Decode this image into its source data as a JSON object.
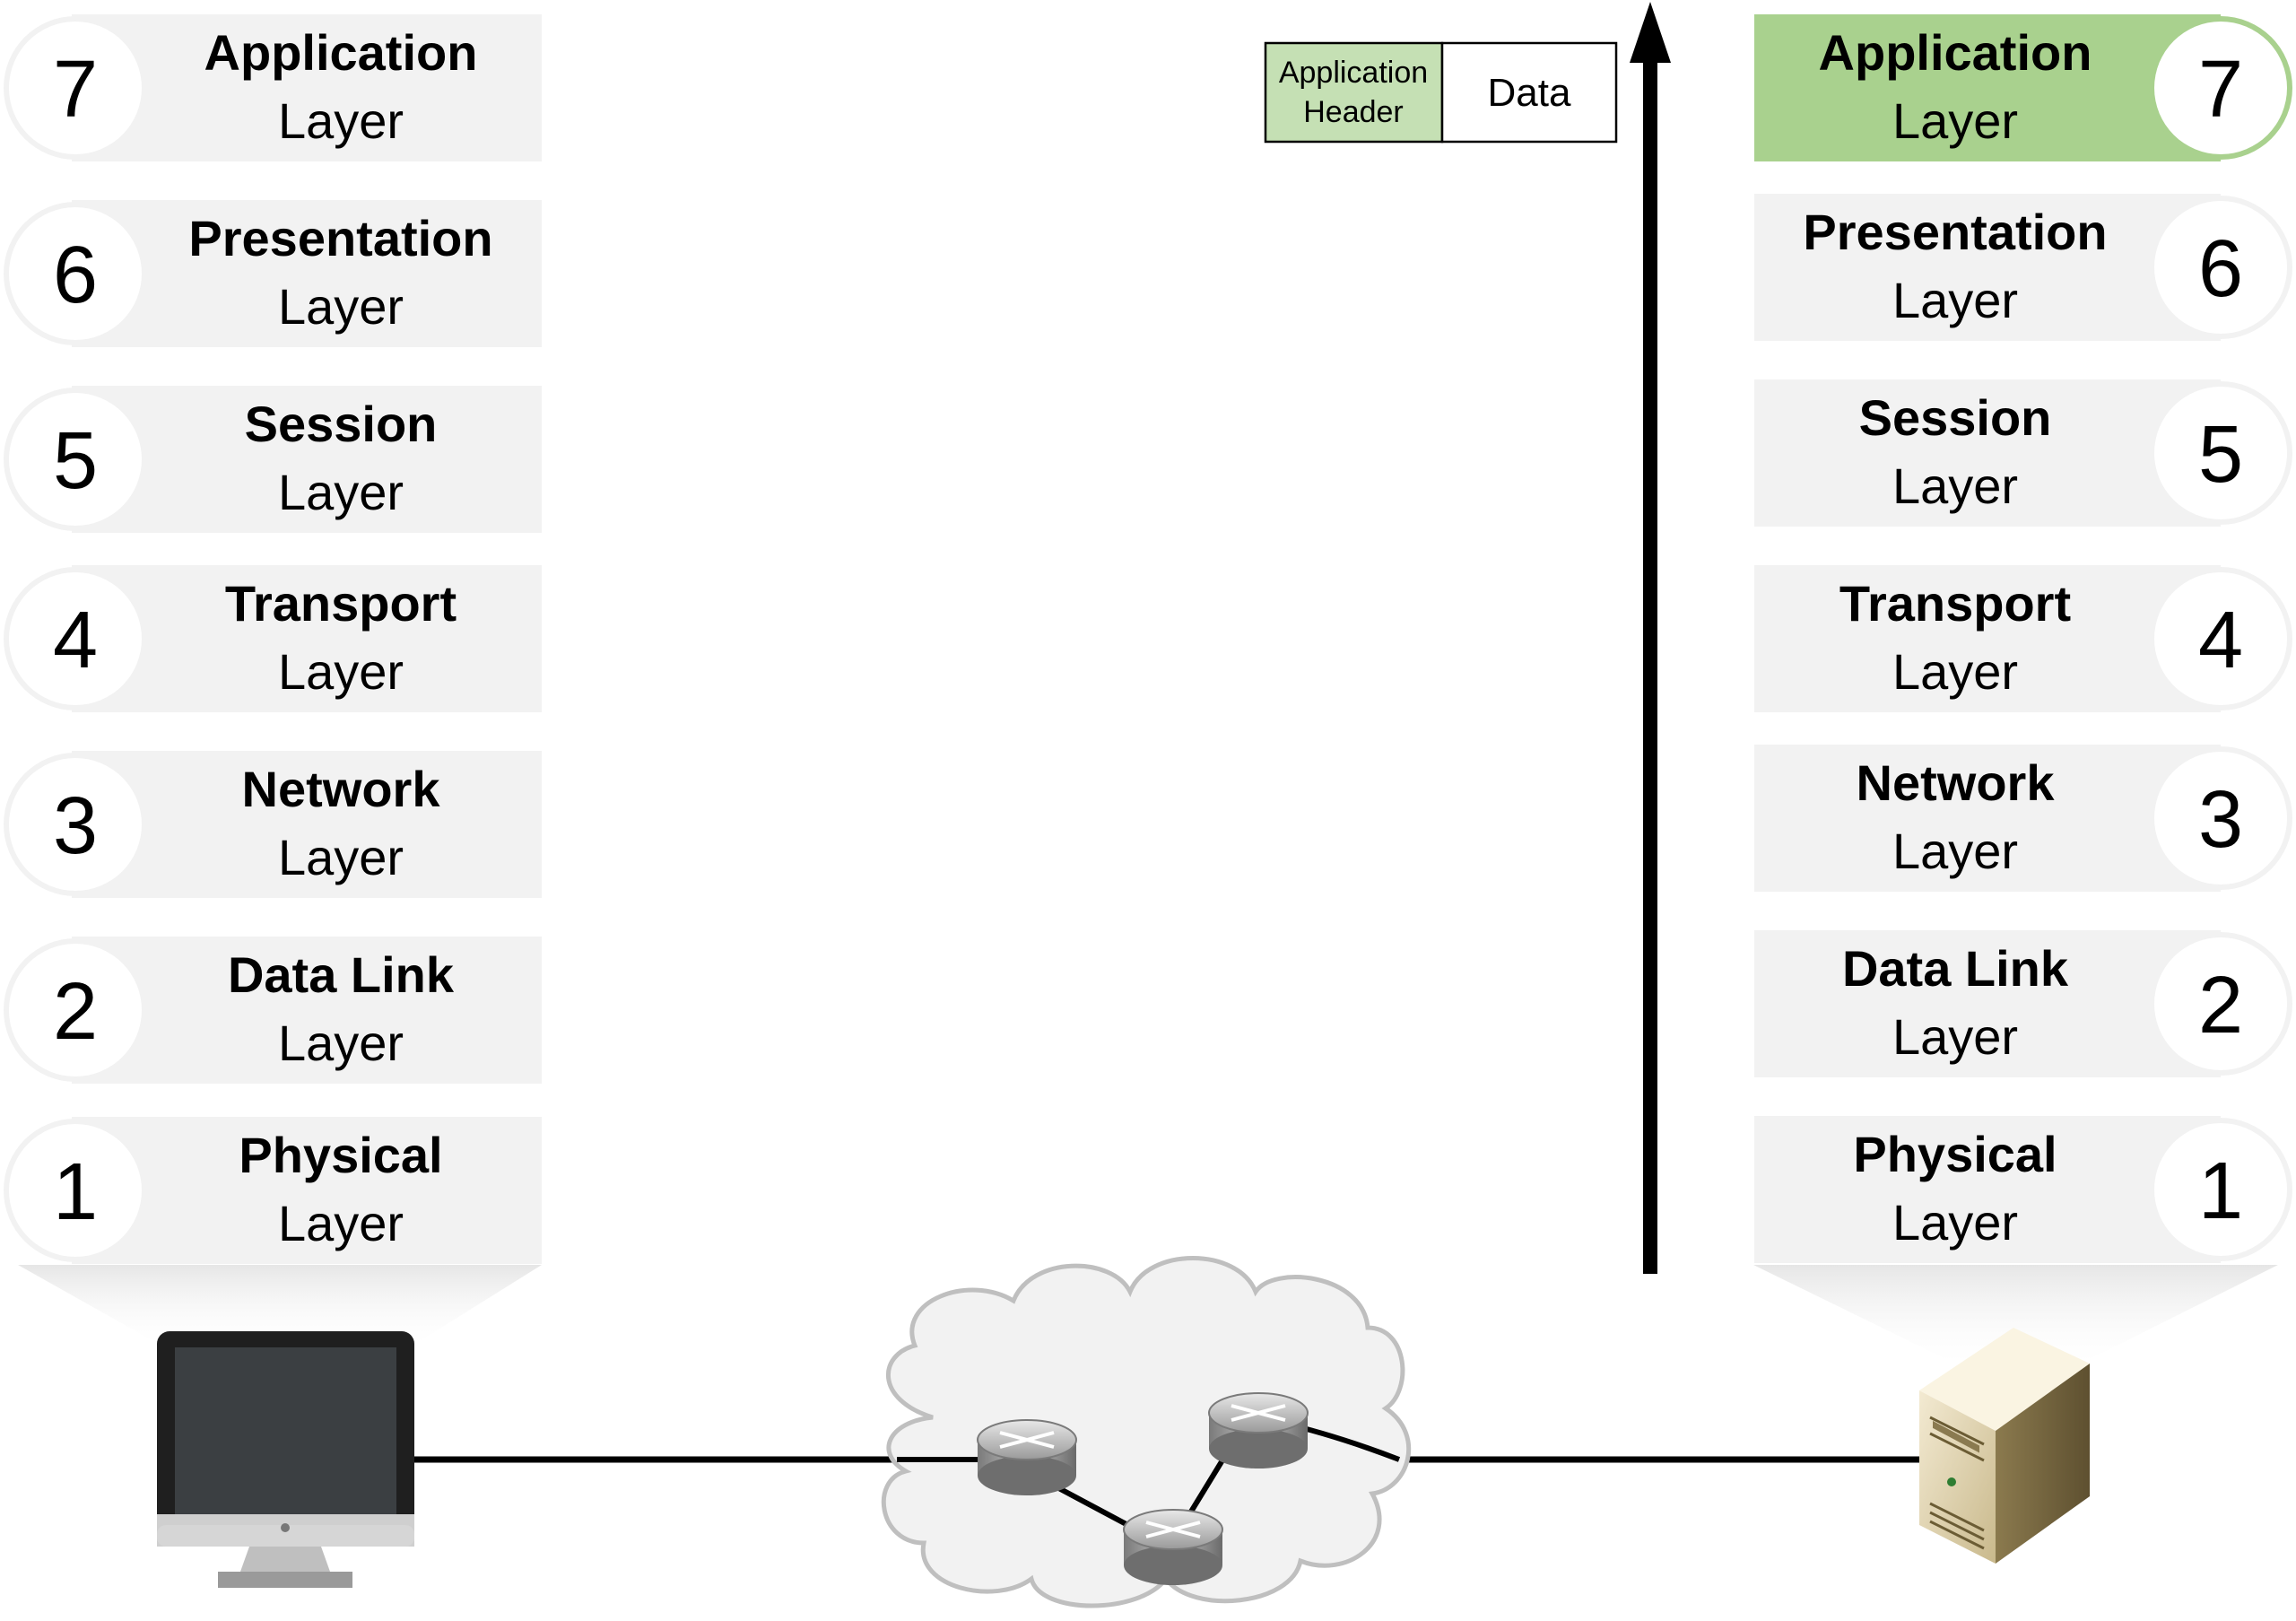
{
  "left_stack": [
    {
      "number": "7",
      "name": "Application",
      "suffix": "Layer"
    },
    {
      "number": "6",
      "name": "Presentation",
      "suffix": "Layer"
    },
    {
      "number": "5",
      "name": "Session",
      "suffix": "Layer"
    },
    {
      "number": "4",
      "name": "Transport",
      "suffix": "Layer"
    },
    {
      "number": "3",
      "name": "Network",
      "suffix": "Layer"
    },
    {
      "number": "2",
      "name": "Data Link",
      "suffix": "Layer"
    },
    {
      "number": "1",
      "name": "Physical",
      "suffix": "Layer"
    }
  ],
  "right_stack": [
    {
      "number": "7",
      "name": "Application",
      "suffix": "Layer",
      "active": true
    },
    {
      "number": "6",
      "name": "Presentation",
      "suffix": "Layer"
    },
    {
      "number": "5",
      "name": "Session",
      "suffix": "Layer"
    },
    {
      "number": "4",
      "name": "Transport",
      "suffix": "Layer"
    },
    {
      "number": "3",
      "name": "Network",
      "suffix": "Layer"
    },
    {
      "number": "2",
      "name": "Data Link",
      "suffix": "Layer"
    },
    {
      "number": "1",
      "name": "Physical",
      "suffix": "Layer"
    }
  ],
  "packet": {
    "header_line1": "Application",
    "header_line2": "Header",
    "data": "Data"
  },
  "colors": {
    "layer_bg": "#f2f2f2",
    "active_bg": "#a9d18e",
    "header_bg": "#c5e0b4",
    "line": "#000000",
    "cloud_fill": "#f2f2f2",
    "cloud_stroke": "#bfbfbf"
  },
  "icons": {
    "left_device": "desktop-computer-icon",
    "right_device": "server-tower-icon",
    "routers": "router-icon",
    "cloud": "network-cloud-icon",
    "arrow": "up-arrow-icon"
  }
}
